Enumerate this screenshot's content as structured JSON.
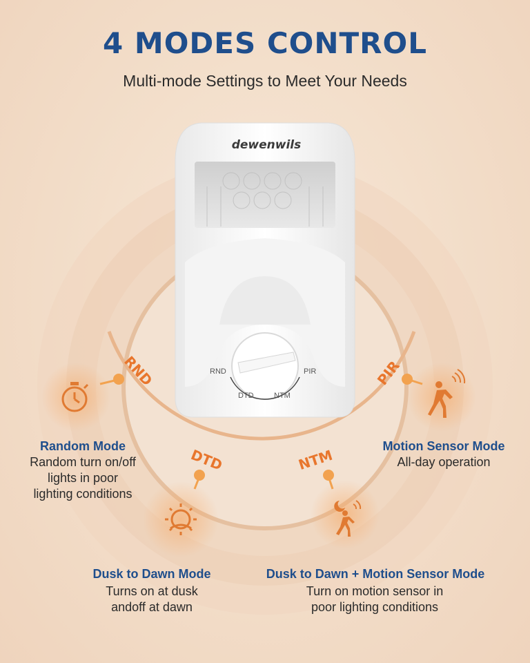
{
  "header": {
    "title": "4 MODES CONTROL",
    "subtitle": "Multi-mode Settings to Meet Your Needs"
  },
  "device": {
    "brand": "dewenwils",
    "dial_labels": [
      "RND",
      "DTD",
      "NTM",
      "PIR"
    ]
  },
  "modes": {
    "rnd": {
      "code": "RND",
      "title": "Random Mode",
      "desc": [
        "Random turn on/off",
        "lights in poor",
        "lighting conditions"
      ],
      "icon": "stopwatch-icon"
    },
    "pir": {
      "code": "PIR",
      "title": "Motion Sensor Mode",
      "desc": [
        "All-day operation"
      ],
      "icon": "walking-person-motion-icon"
    },
    "dtd": {
      "code": "DTD",
      "title": "Dusk to Dawn Mode",
      "desc": [
        "Turns on at dusk",
        "andoff at dawn"
      ],
      "icon": "sun-icon"
    },
    "ntm": {
      "code": "NTM",
      "title": "Dusk to Dawn + Motion Sensor Mode",
      "desc": [
        "Turn on motion sensor in",
        "poor lighting conditions"
      ],
      "icon": "moon-person-motion-icon"
    }
  },
  "colors": {
    "title_blue": "#1f4e8c",
    "accent_orange": "#e8762d",
    "device_white": "#fbfbfb"
  }
}
